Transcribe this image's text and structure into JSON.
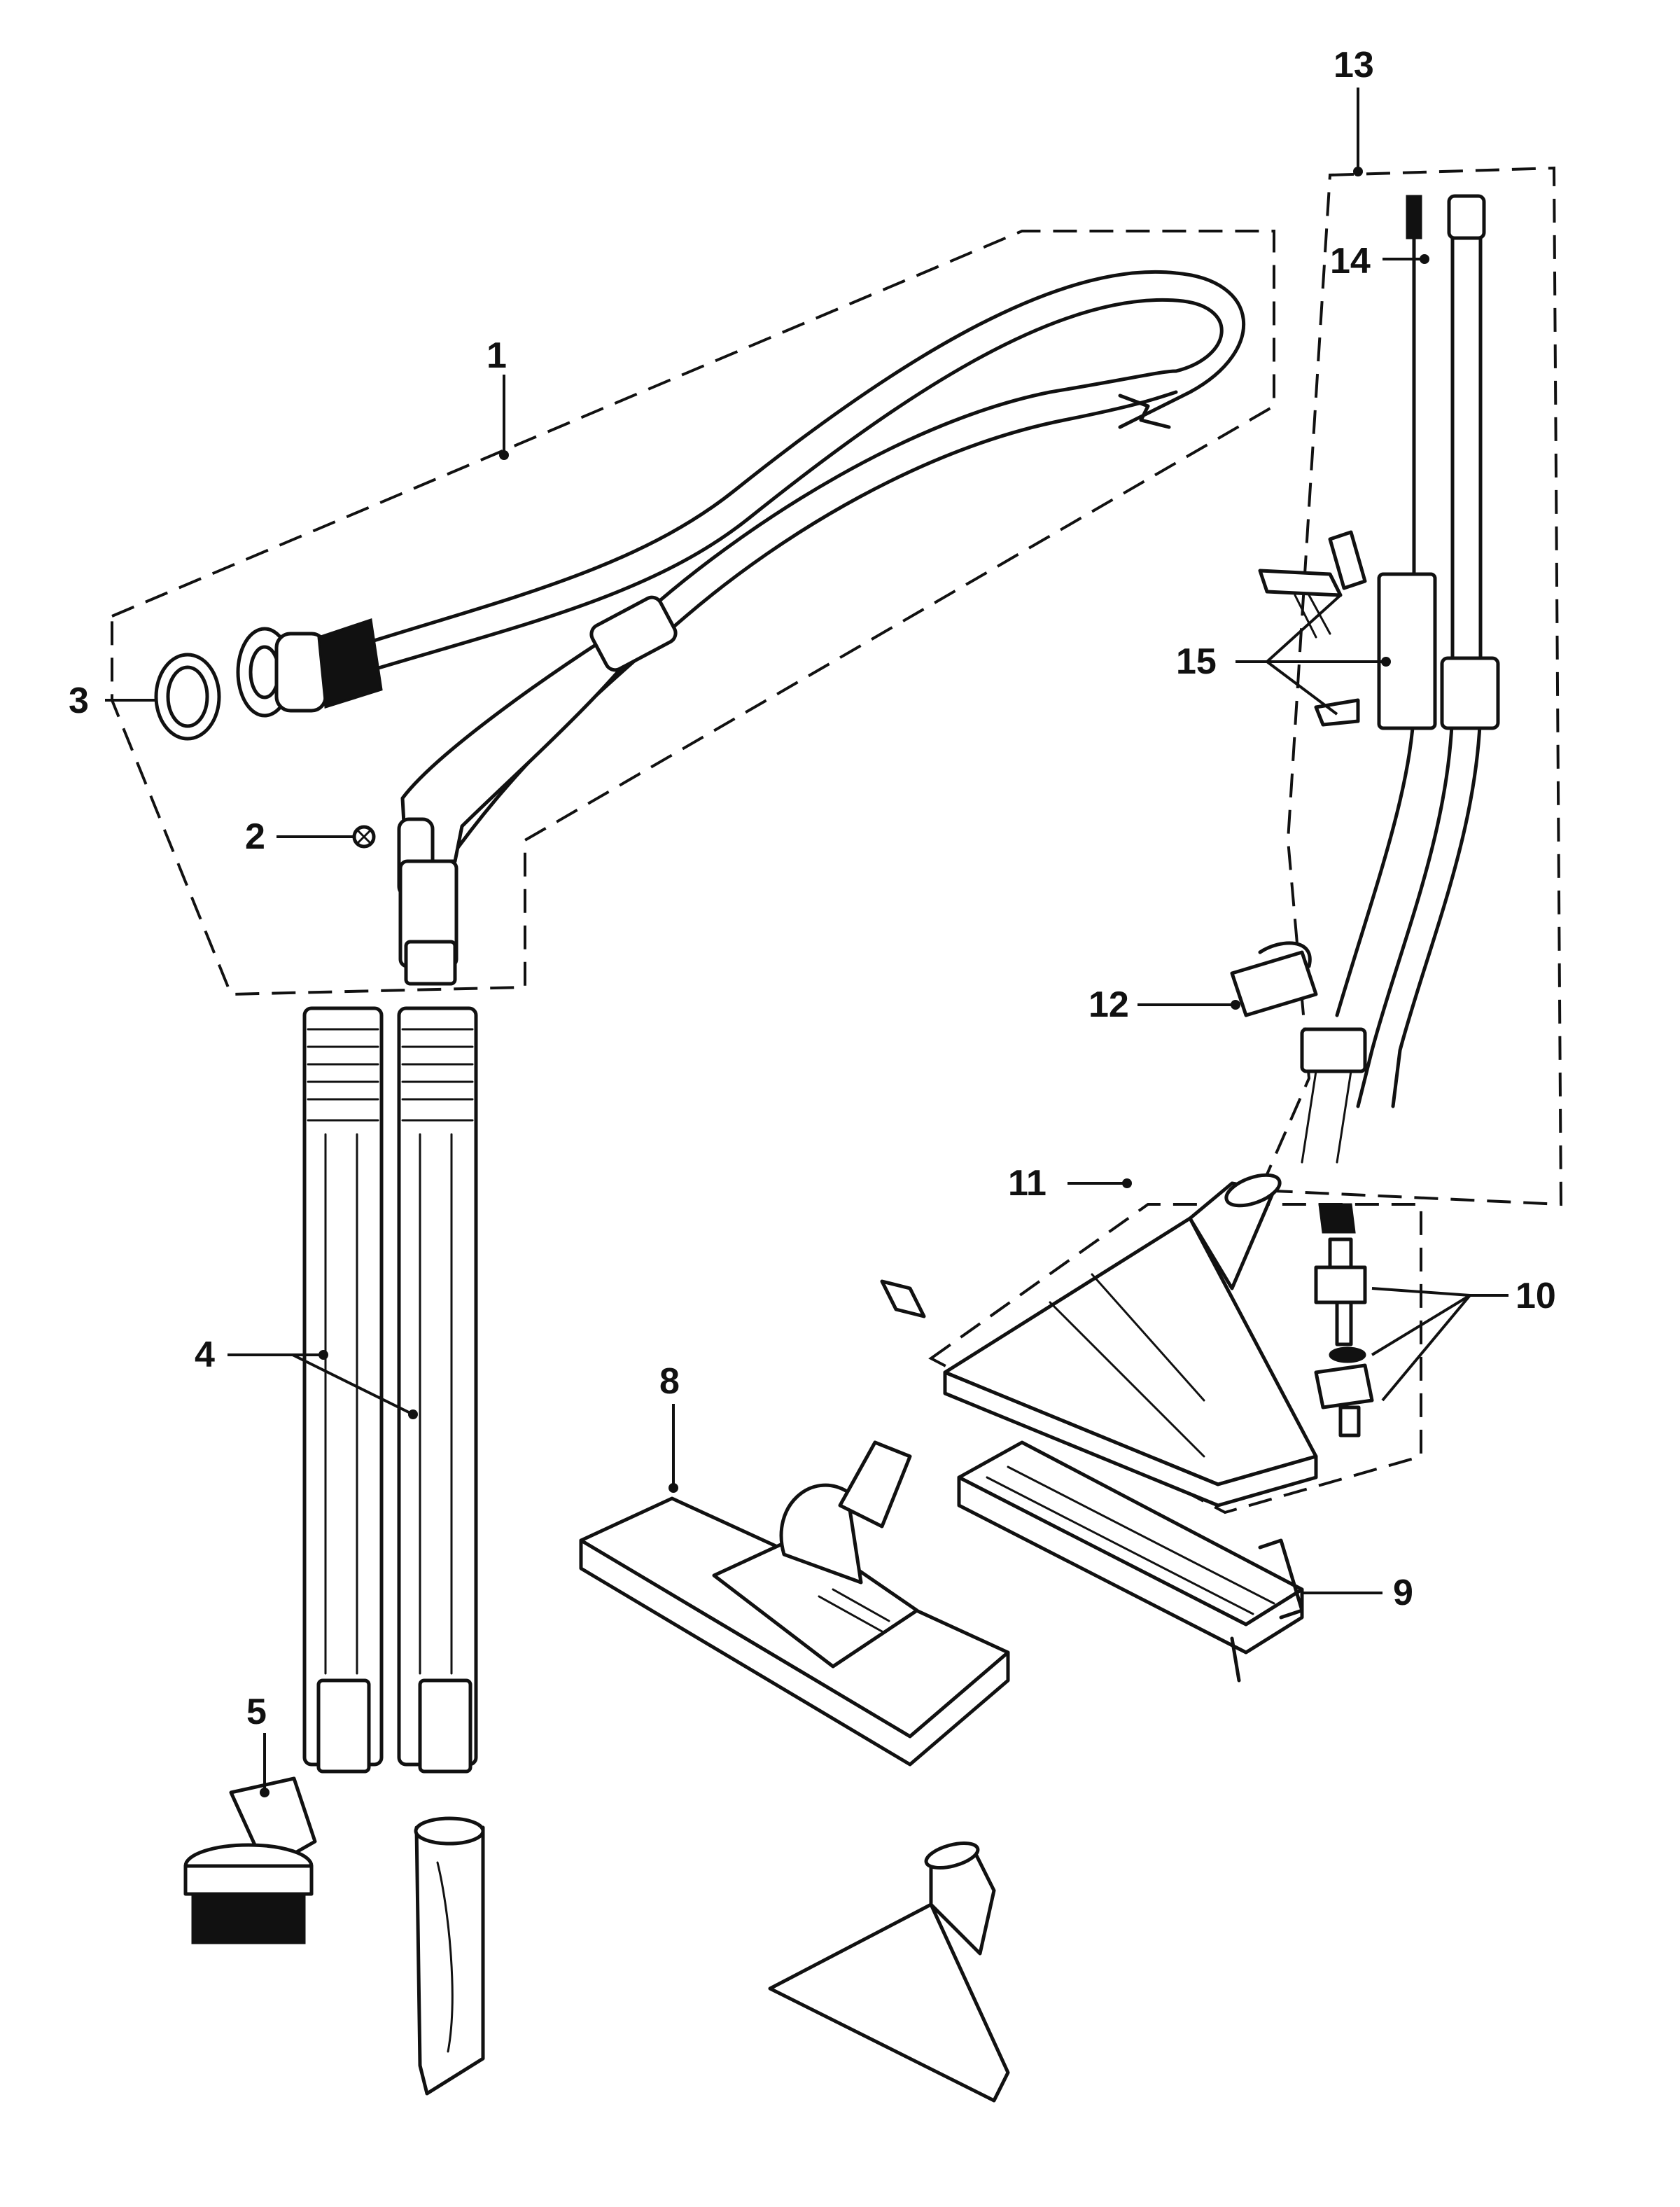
{
  "callouts": [
    {
      "id": "c1",
      "label": "1"
    },
    {
      "id": "c2",
      "label": "2"
    },
    {
      "id": "c3",
      "label": "3"
    },
    {
      "id": "c4",
      "label": "4"
    },
    {
      "id": "c5",
      "label": "5"
    },
    {
      "id": "c8",
      "label": "8"
    },
    {
      "id": "c9",
      "label": "9"
    },
    {
      "id": "c10",
      "label": "10"
    },
    {
      "id": "c11",
      "label": "11"
    },
    {
      "id": "c12",
      "label": "12"
    },
    {
      "id": "c13",
      "label": "13"
    },
    {
      "id": "c14",
      "label": "14"
    },
    {
      "id": "c15",
      "label": "15"
    }
  ]
}
